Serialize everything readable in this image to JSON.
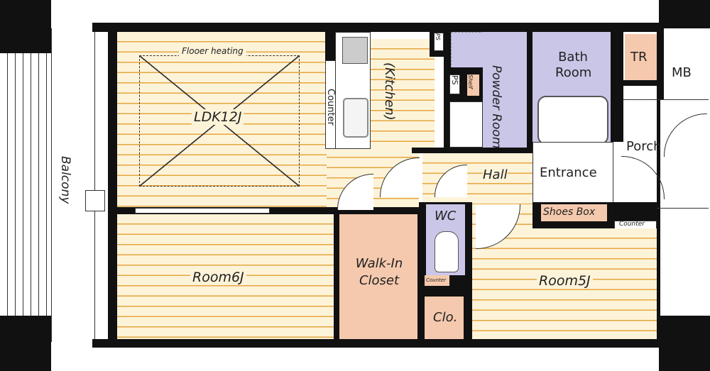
{
  "rooms": {
    "ldk": "LDK12J",
    "floor_heating": "Flooer heating",
    "kitchen": "(Kitchen)",
    "counter_kitchen": "Counter",
    "ps_top": "PS",
    "ps_mid": "PS",
    "shelf": "Shelf",
    "powder_room": "Powder Room",
    "bath_room": "Bath Room",
    "tr": "TR",
    "mb": "MB",
    "porch": "Porch",
    "hall": "Hall",
    "entrance": "Entrance",
    "shoes_box": "Shoes Box",
    "counter_entrance": "Counter",
    "wc": "WC",
    "counter_wc": "Counter",
    "walk_in_closet": "Walk-In Closet",
    "room6": "Room6J",
    "room5": "Room5J",
    "closet": "Clo.",
    "balcony": "Balcony"
  },
  "colors": {
    "floor": "#fdf3d8",
    "floor_line": "#e5a640",
    "wet_area": "#cac6e8",
    "storage": "#f5c9ad",
    "wall": "#111111"
  }
}
